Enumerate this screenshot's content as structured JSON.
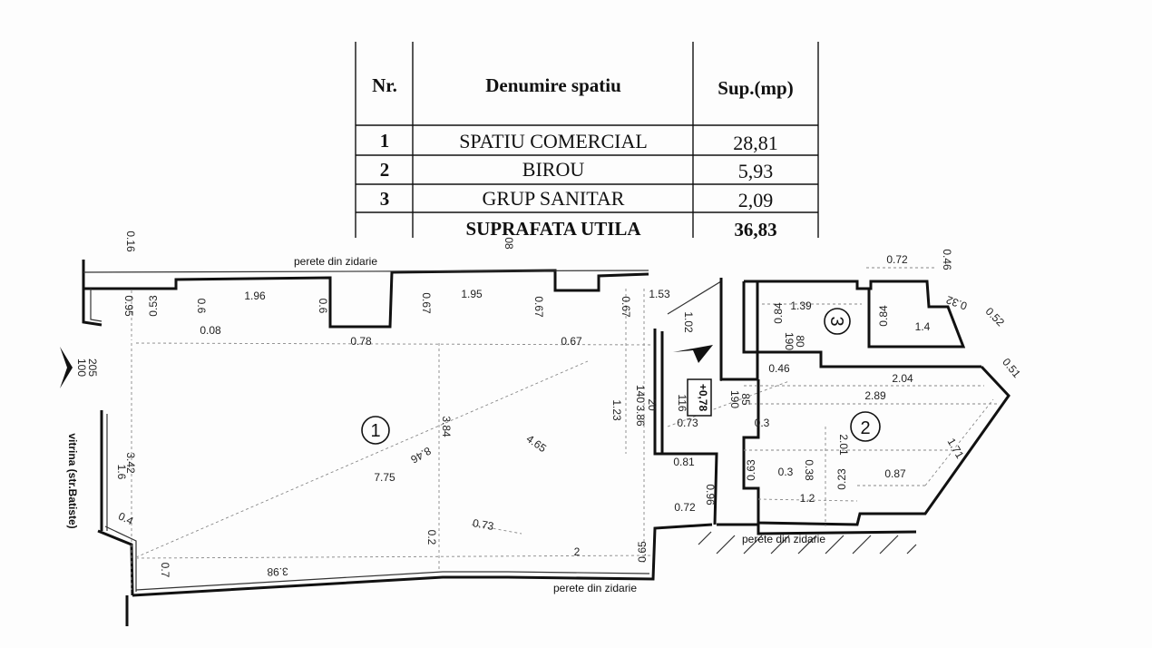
{
  "table": {
    "headers": {
      "nr": "Nr.",
      "name": "Denumire spatiu",
      "area": "Sup.(mp)"
    },
    "rows": [
      {
        "nr": "1",
        "name": "SPATIU COMERCIAL",
        "area": "28,81"
      },
      {
        "nr": "2",
        "name": "BIROU",
        "area": "5,93"
      },
      {
        "nr": "3",
        "name": "GRUP SANITAR",
        "area": "2,09"
      }
    ],
    "total": {
      "nr": "",
      "name": "SUPRAFATA UTILA",
      "area": "36,83"
    }
  },
  "rooms": {
    "r1": "1",
    "r2": "2",
    "r3": "3"
  },
  "labels": {
    "wall_top": "perete din zidarie",
    "wall_bottom": "perete din zidarie",
    "wall_right": "perete din zidarie",
    "vitrina": "vitrina  (str.Batiste)",
    "level": "+0,78"
  },
  "dims": {
    "d016": "0.16",
    "d08": "08",
    "d095": "0.95",
    "d053": "0.53",
    "d06a": "0.6",
    "d008": "0.08",
    "d196": "1.96",
    "d06b": "0.6",
    "d078": "0.78",
    "d067a": "0.67",
    "d195": "1.95",
    "d067b": "0.67",
    "d067c": "0.67",
    "d067d": "0.67",
    "d153": "1.53",
    "d102": "1.02",
    "d100": "100",
    "d205": "205",
    "d342": "3.42",
    "d16": "1.6",
    "d04": "0.4",
    "d07": "0.7",
    "d398": "3.98",
    "d775": "7.75",
    "d846": "8.46",
    "d384": "3.84",
    "d465": "4.65",
    "d123": "1.23",
    "d386": "3.86",
    "d140": "140",
    "d20": "20",
    "d116": "116",
    "d073a": "0.73",
    "d073b": "0.73",
    "d02": "0.2",
    "d2": "2",
    "d065": "0.65",
    "d081": "0.81",
    "d096": "0.96",
    "d072a": "0.72",
    "d072b": "0.72",
    "d046a": "0.46",
    "d032": "0.32",
    "d052": "0.52",
    "d139": "1.39",
    "d084a": "0.84",
    "d084b": "0.84",
    "d14": "1.4",
    "d80": "80",
    "d190a": "190",
    "d046b": "0.46",
    "d051": "0.51",
    "d204": "2.04",
    "d289": "2.89",
    "d85": "85",
    "d190b": "190",
    "d03a": "0.3",
    "d201": "2.01",
    "d171": "1.71",
    "d063": "0.63",
    "d03b": "0.3",
    "d038": "0.38",
    "d023": "0.23",
    "d087": "0.87",
    "d12": "1.2"
  }
}
